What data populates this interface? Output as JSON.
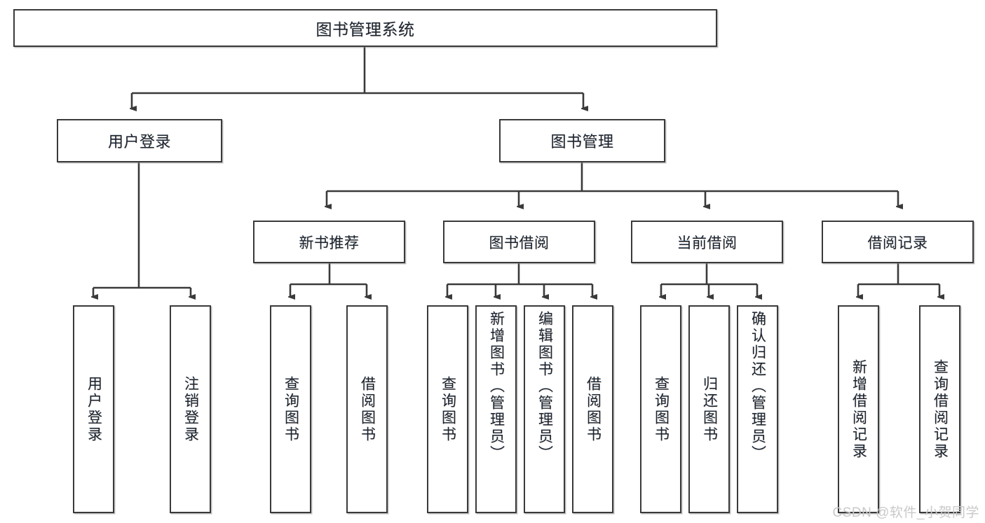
{
  "diagram": {
    "type": "tree-hierarchy",
    "title": "图书管理系统",
    "root": {
      "id": "root",
      "label": "图书管理系统"
    },
    "level2": [
      {
        "id": "user-login",
        "label": "用户登录"
      },
      {
        "id": "book-management",
        "label": "图书管理"
      }
    ],
    "level3": [
      {
        "id": "new-book-recommend",
        "label": "新书推荐"
      },
      {
        "id": "book-borrow",
        "label": "图书借阅"
      },
      {
        "id": "current-borrow",
        "label": "当前借阅"
      },
      {
        "id": "borrow-record",
        "label": "借阅记录"
      }
    ],
    "leaves": [
      {
        "id": "leaf-user-login",
        "label": "用户登录",
        "parent": "user-login"
      },
      {
        "id": "leaf-logout",
        "label": "注销登录",
        "parent": "user-login"
      },
      {
        "id": "leaf-query-book-1",
        "label": "查询图书",
        "parent": "new-book-recommend"
      },
      {
        "id": "leaf-borrow-book-1",
        "label": "借阅图书",
        "parent": "new-book-recommend"
      },
      {
        "id": "leaf-query-book-2",
        "label": "查询图书",
        "parent": "book-borrow"
      },
      {
        "id": "leaf-add-book",
        "label": "新增图书（管理员）",
        "parent": "book-borrow"
      },
      {
        "id": "leaf-edit-book",
        "label": "编辑图书（管理员）",
        "parent": "book-borrow"
      },
      {
        "id": "leaf-borrow-book-2",
        "label": "借阅图书",
        "parent": "book-borrow"
      },
      {
        "id": "leaf-query-book-3",
        "label": "查询图书",
        "parent": "current-borrow"
      },
      {
        "id": "leaf-return-book",
        "label": "归还图书",
        "parent": "current-borrow"
      },
      {
        "id": "leaf-confirm-return",
        "label": "确认归还（管理员）",
        "parent": "current-borrow"
      },
      {
        "id": "leaf-add-record",
        "label": "新增借阅记录",
        "parent": "borrow-record"
      },
      {
        "id": "leaf-query-record",
        "label": "查询借阅记录",
        "parent": "borrow-record"
      }
    ]
  },
  "watermark": {
    "text": "CSDN @软件_小贺同学"
  },
  "colors": {
    "stroke": "#3a3a3a",
    "text": "#1c2430",
    "background": "#ffffff",
    "watermark": "#c9c9c9"
  }
}
